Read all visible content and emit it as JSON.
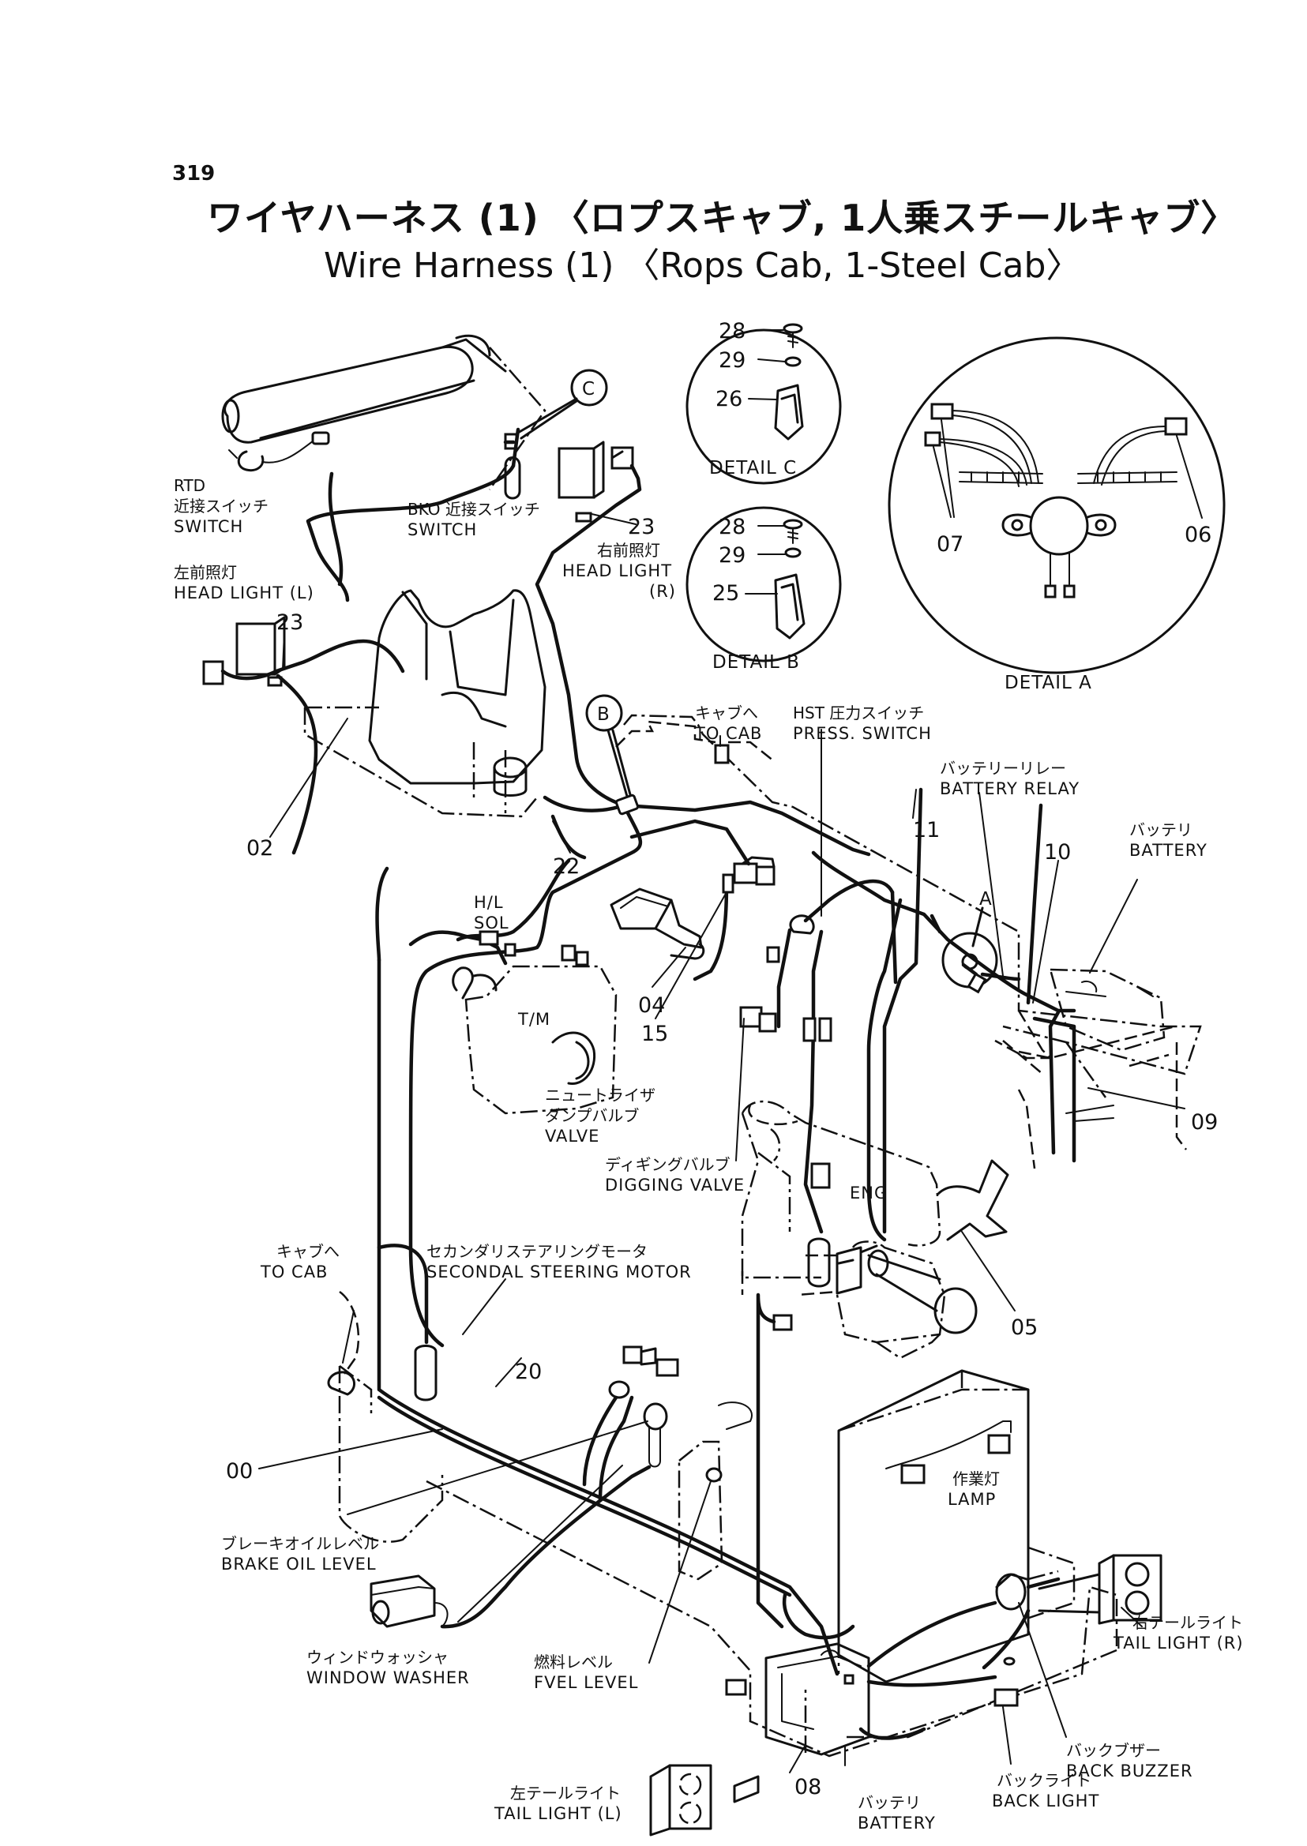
{
  "header": {
    "page_number": "319",
    "title_jp": "ワイヤハーネス (1) 〈ロプスキャブ, 1人乗スチールキャブ〉",
    "title_en": "Wire Harness (1) 〈Rops Cab, 1-Steel Cab〉"
  },
  "details": {
    "a": "DETAIL  A",
    "b": "DETAIL  B",
    "c": "DETAIL  C",
    "callout_a": "A",
    "callout_b": "B",
    "callout_c": "C"
  },
  "part_numbers": {
    "p00": "00",
    "p02": "02",
    "p04": "04",
    "p05": "05",
    "p06": "06",
    "p07": "07",
    "p08": "08",
    "p09": "09",
    "p10": "10",
    "p11": "11",
    "p15": "15",
    "p20": "20",
    "p22": "22",
    "p23a": "23",
    "p23b": "23",
    "p25": "25",
    "p26": "26",
    "p28b": "28",
    "p28c": "28",
    "p29b": "29",
    "p29c": "29"
  },
  "labels": {
    "rtd_switch": [
      "RTD",
      "近接スイッチ",
      "SWITCH"
    ],
    "bko_switch": [
      "BKO 近接スイッチ",
      "SWITCH"
    ],
    "head_light_r": [
      "右前照灯",
      "HEAD  LIGHT",
      "(R)"
    ],
    "head_light_l": [
      "左前照灯",
      "HEAD  LIGHT  (L)"
    ],
    "to_cab_top": [
      "キャブへ",
      "TO  CAB"
    ],
    "hst_switch": [
      "HST 圧力スイッチ",
      "PRESS.  SWITCH"
    ],
    "battery_relay": [
      "バッテリーリレー",
      "BATTERY  RELAY"
    ],
    "battery_top": [
      "バッテリ",
      "BATTERY"
    ],
    "hl_sol": [
      "H/L",
      "SOL"
    ],
    "tm": "T/M",
    "eng": "ENG",
    "neutralizer_valve": [
      "ニュートライザ",
      "ダンプバルブ",
      "VALVE"
    ],
    "digging_valve": [
      "ディギングバルブ",
      "DIGGING  VALVE"
    ],
    "to_cab_left": [
      "キャブへ",
      "TO  CAB"
    ],
    "secondary_steering": [
      "セカンダリステアリングモータ",
      "SECONDAL  STEERING  MOTOR"
    ],
    "brake_oil_level": [
      "ブレーキオイルレベル",
      "BRAKE  OIL  LEVEL"
    ],
    "window_washer": [
      "ウィンドウォッシャ",
      "WINDOW  WASHER"
    ],
    "fuel_level": [
      "燃料レベル",
      "FVEL  LEVEL"
    ],
    "work_lamp": [
      "作業灯",
      "LAMP"
    ],
    "tail_light_r": [
      "右テールライト",
      "TAIL  LIGHT  (R)"
    ],
    "back_buzzer": [
      "バックブザー",
      "BACK  BUZZER"
    ],
    "back_light": [
      "バックライト",
      "BACK  LIGHT"
    ],
    "tail_light_l": [
      "左テールライト",
      "TAIL  LIGHT  (L)"
    ],
    "battery_bottom": [
      "バッテリ",
      "BATTERY"
    ]
  }
}
